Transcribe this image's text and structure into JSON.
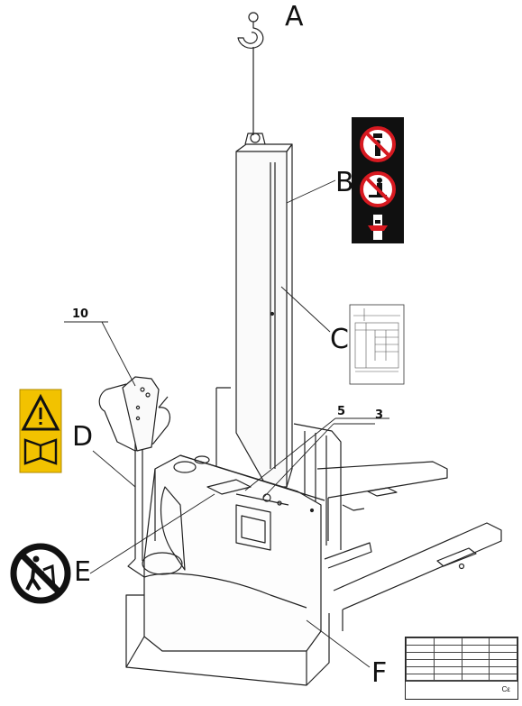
{
  "callouts": {
    "a": "A",
    "b": "B",
    "c": "C",
    "d": "D",
    "e": "E",
    "f": "F",
    "n10": "10",
    "n5": "5",
    "n3": "3"
  },
  "colors": {
    "warning_yellow": "#f2c200",
    "prohibition_red": "#d71920",
    "sticker_black": "#101010",
    "line": "#222222"
  },
  "icons": {
    "hook": "crane-hook-icon",
    "mast_warning": "no-standing-under-load-icon",
    "warning_triangle": "warning-triangle-icon",
    "manual": "open-book-icon",
    "no_riding": "no-riding-icon"
  }
}
